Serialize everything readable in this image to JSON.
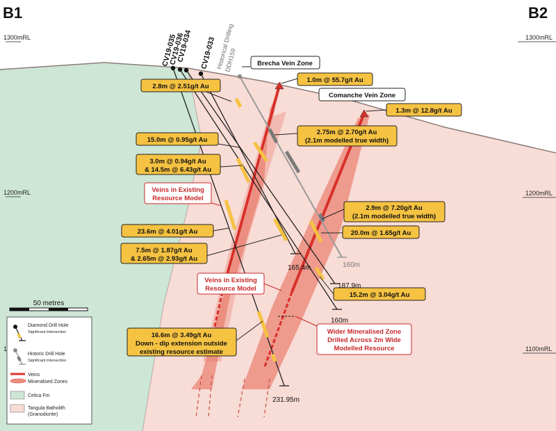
{
  "sections": {
    "left": "B1",
    "right": "B2"
  },
  "elevations": {
    "rl_1300": "1300mRL",
    "rl_1200": "1200mRL",
    "rl_1100": "1100mRL",
    "rl_left_partial": "1"
  },
  "drill_holes": [
    "CV19-035",
    "CV19-036",
    "CV19-034",
    "CV19-033"
  ],
  "historical": {
    "line1": "Historical Drilling",
    "line2": "DDH159"
  },
  "zones": {
    "brecha": "Brecha Vein Zone",
    "comanche": "Comanche Vein Zone"
  },
  "intercepts": {
    "i1": "2.8m @ 2.51g/t Au",
    "i2": "1.0m @ 55.7g/t Au",
    "i3": "1.3m @ 12.8g/t Au",
    "i4a": "2.75m @ 2.70g/t Au",
    "i4b": "(2.1m modelled true width)",
    "i5": "15.0m @ 0.95g/t Au",
    "i6a": "3.0m @ 0.94g/t Au",
    "i6b": "& 14.5m @ 6.43g/t Au",
    "i7a": "2.9m @ 7.20g/t Au",
    "i7b": "(2.1m modelled true width)",
    "i8": "20.0m @ 1.65g/t Au",
    "i9": "23.6m @ 4.01g/t Au",
    "i10a": "7.5m @ 1.87g/t Au",
    "i10b": "& 2.65m @ 2.93g/t Au",
    "i11": "15.2m @ 3.04g/t Au",
    "i12a": "16.6m @ 3.49g/t Au",
    "i12b": "Down - dip extension outside",
    "i12c": "existing resource estimate"
  },
  "notes": {
    "veins_existing_1a": "Veins in Existing",
    "veins_existing_1b": "Resource Model",
    "veins_existing_2a": "Veins in Existing",
    "veins_existing_2b": "Resource Model",
    "wider_a": "Wider Mineralised Zone",
    "wider_b": "Drilled Across 2m Wide",
    "wider_c": "Modelled Resource"
  },
  "depths": {
    "d1": "165.4m",
    "d2": "160m",
    "d3": "187.9m",
    "d4": "160m",
    "d5": "231.95m"
  },
  "scale": {
    "label": "50 metres"
  },
  "legend": {
    "diamond": "Diamond Drill Hole",
    "diamond_sub": "Significant Intersection",
    "historic": "Historic Drill Hole",
    "historic_sub": "Significant Intersection",
    "veins": "Veins",
    "mineralised": "Mineralised Zones",
    "celica": "Celica Fm",
    "tangula": "Tangula Batholith",
    "tangula_sub": "(Granodiorite)"
  },
  "colors": {
    "celica": "#cde6d6",
    "tangula": "#f8dcd6",
    "zone": "#ec8e80",
    "vein": "#d8302a",
    "intercept": "#f5c242",
    "note_red": "#c8282a"
  }
}
